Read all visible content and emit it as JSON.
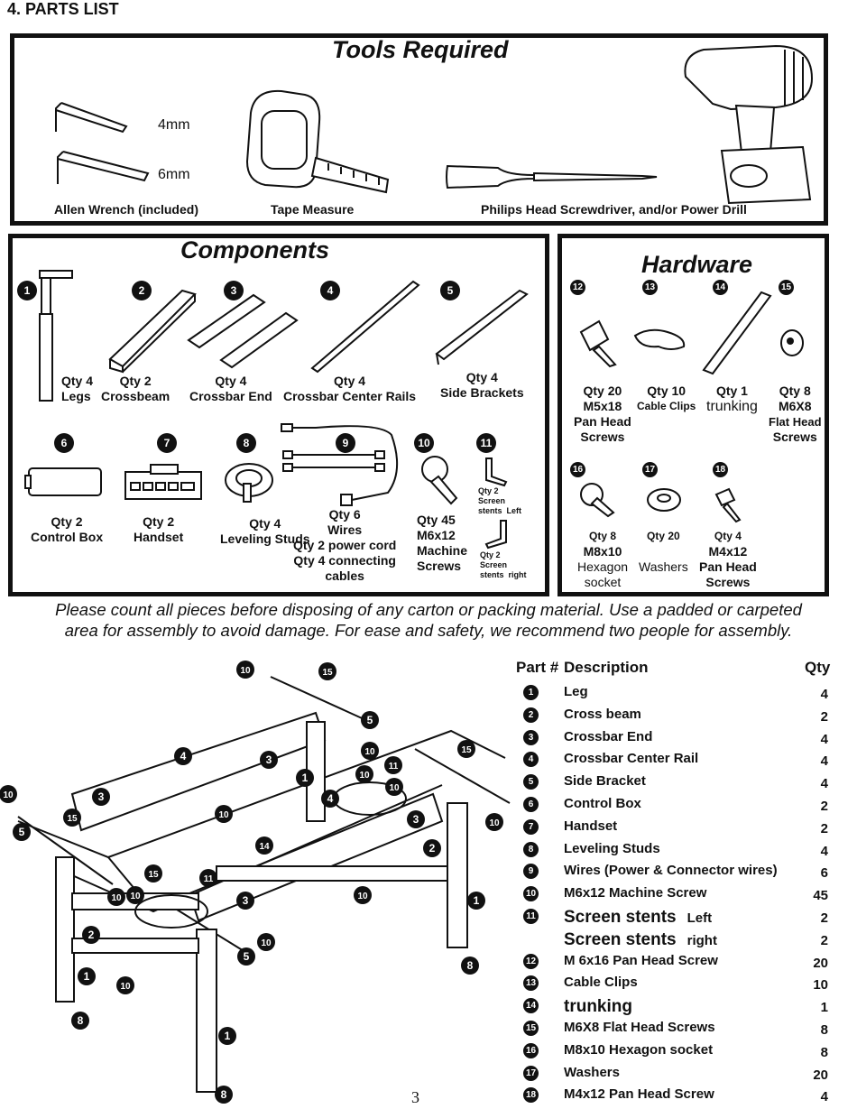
{
  "section_heading": "4.      PARTS LIST",
  "tools": {
    "title": "Tools Required",
    "wrench_4mm": "4mm",
    "wrench_6mm": "6mm",
    "allen_label": "Allen Wrench (included)",
    "tape_label": "Tape Measure",
    "drill_label": "Philips Head Screwdriver, and/or Power Drill"
  },
  "components": {
    "title": "Components",
    "items": [
      {
        "num": "1",
        "qty": "Qty 4",
        "name": "Legs"
      },
      {
        "num": "2",
        "qty": "Qty 2",
        "name": "Crossbeam"
      },
      {
        "num": "3",
        "qty": "Qty 4",
        "name": "Crossbar End"
      },
      {
        "num": "4",
        "qty": "Qty 4",
        "name": "Crossbar Center Rails"
      },
      {
        "num": "5",
        "qty": "Qty 4",
        "name": "Side Brackets"
      },
      {
        "num": "6",
        "qty": "Qty 2",
        "name": "Control Box"
      },
      {
        "num": "7",
        "qty": "Qty 2",
        "name": "Handset"
      },
      {
        "num": "8",
        "qty": "Qty 4",
        "name": "Leveling Studs"
      },
      {
        "num": "9",
        "qty": "Qty 6",
        "name": "Wires",
        "line2": "Qty 2 power cord",
        "line3": "Qty 4  connecting",
        "line4": "cables"
      },
      {
        "num": "10",
        "qty": "Qty  45",
        "name": "M6x12",
        "line2": "Machine",
        "line3": "Screws"
      },
      {
        "num": "11",
        "qty_a": "Qty 2",
        "name_a": "Screen",
        "name_a2": "stents",
        "side_a": "Left",
        "qty_b": "Qty 2",
        "name_b": "Screen",
        "name_b2": "stents",
        "side_b": "right"
      }
    ]
  },
  "hardware": {
    "title": "Hardware",
    "items": [
      {
        "num": "12",
        "qty": "Qty  20",
        "name": "M5x18",
        "line2": "Pan Head",
        "line3": "Screws"
      },
      {
        "num": "13",
        "qty": "Qty  10",
        "name": "Cable Clips"
      },
      {
        "num": "14",
        "qty": "Qty     1",
        "name": "trunking"
      },
      {
        "num": "15",
        "qty": "Qty 8",
        "name": "M6X8",
        "line2": "Flat Head",
        "line3": "Screws"
      },
      {
        "num": "16",
        "qty": "Qty   8",
        "name": "M8x10",
        "line2": "Hexagon",
        "line3": "socket"
      },
      {
        "num": "17",
        "qty": "Qty  20",
        "name": "Washers"
      },
      {
        "num": "18",
        "qty": "Qty    4",
        "name": "M4x12",
        "line2": "Pan Head",
        "line3": "Screws"
      }
    ]
  },
  "note": {
    "line1": "Please count all pieces before disposing of any carton or packing material. Use a padded or carpeted",
    "line2": "area for assembly to avoid damage. For ease and safety, we recommend two people for assembly."
  },
  "table": {
    "col_part": "Part #",
    "col_desc": "Description",
    "col_qty": "Qty",
    "rows": [
      {
        "num": "1",
        "desc": "Leg",
        "qty": "4"
      },
      {
        "num": "2",
        "desc": "Cross  beam",
        "qty": "2"
      },
      {
        "num": "3",
        "desc": "Crossbar End",
        "qty": "4"
      },
      {
        "num": "4",
        "desc": "Crossbar Center Rail",
        "qty": "4"
      },
      {
        "num": "5",
        "desc": "Side Bracket",
        "qty": "4"
      },
      {
        "num": "6",
        "desc": "Control Box",
        "qty": "2"
      },
      {
        "num": "7",
        "desc": "Handset",
        "qty": "2"
      },
      {
        "num": "8",
        "desc": "Leveling Studs",
        "qty": "4"
      },
      {
        "num": "9",
        "desc": "Wires (Power & Connector wires)",
        "qty": "6"
      },
      {
        "num": "10",
        "desc": "M6x12 Machine Screw",
        "qty": "45"
      },
      {
        "num": "11",
        "desc": "Screen stents",
        "desc_side": "Left",
        "qty": "2"
      },
      {
        "num": "",
        "desc": "Screen stents",
        "desc_side": "right",
        "qty": "2"
      },
      {
        "num": "12",
        "desc": "M 6x16 Pan Head Screw",
        "qty": "20"
      },
      {
        "num": "13",
        "desc": "Cable Clips",
        "qty": "10"
      },
      {
        "num": "14",
        "desc": "trunking",
        "qty": "1"
      },
      {
        "num": "15",
        "desc": "M6X8 Flat Head Screws",
        "qty": "8"
      },
      {
        "num": "16",
        "desc": "M8x10 Hexagon socket",
        "qty": "8"
      },
      {
        "num": "17",
        "desc": "Washers",
        "qty": "20"
      },
      {
        "num": "18",
        "desc": "M4x12 Pan Head Screw",
        "qty": "4"
      }
    ]
  },
  "diagram_callouts": [
    "10",
    "15",
    "5",
    "4",
    "3",
    "10",
    "15",
    "1",
    "10",
    "11",
    "10",
    "10",
    "3",
    "15",
    "5",
    "4",
    "3",
    "10",
    "14",
    "2",
    "10",
    "15",
    "11",
    "10",
    "10",
    "3",
    "10",
    "1",
    "2",
    "5",
    "10",
    "8",
    "1",
    "10",
    "8",
    "1",
    "8"
  ],
  "page_number": "3"
}
